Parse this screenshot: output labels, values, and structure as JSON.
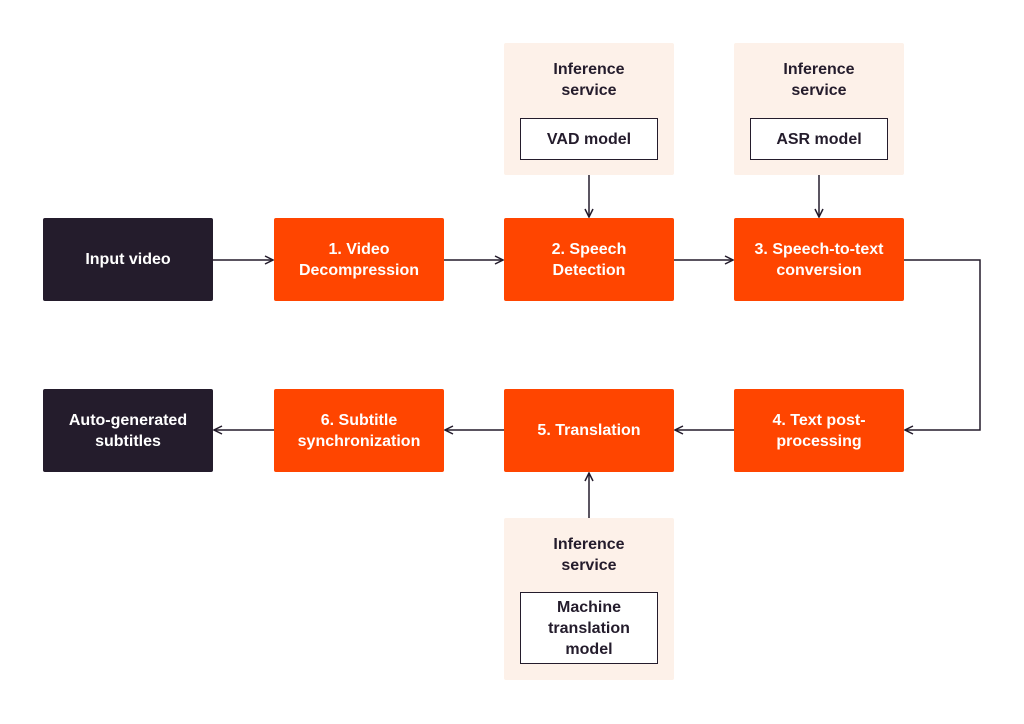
{
  "nodes": {
    "input_video": "Input video",
    "video_decompression": "1. Video\nDecompression",
    "speech_detection": "2. Speech\nDetection",
    "speech_to_text": "3. Speech-to-text\nconversion",
    "text_post_processing": "4. Text post-\nprocessing",
    "translation": "5. Translation",
    "subtitle_sync": "6. Subtitle\nsynchronization",
    "auto_subtitles": "Auto-generated\nsubtitles"
  },
  "services": {
    "vad": {
      "title": "Inference\nservice",
      "model": "VAD model"
    },
    "asr": {
      "title": "Inference\nservice",
      "model": "ASR model"
    },
    "mt": {
      "title": "Inference\nservice",
      "model": "Machine\ntranslation\nmodel"
    }
  },
  "colors": {
    "step": "#ff4500",
    "dark": "#241c2c",
    "service_bg": "#fdf1e9",
    "connector": "#241c2c"
  }
}
